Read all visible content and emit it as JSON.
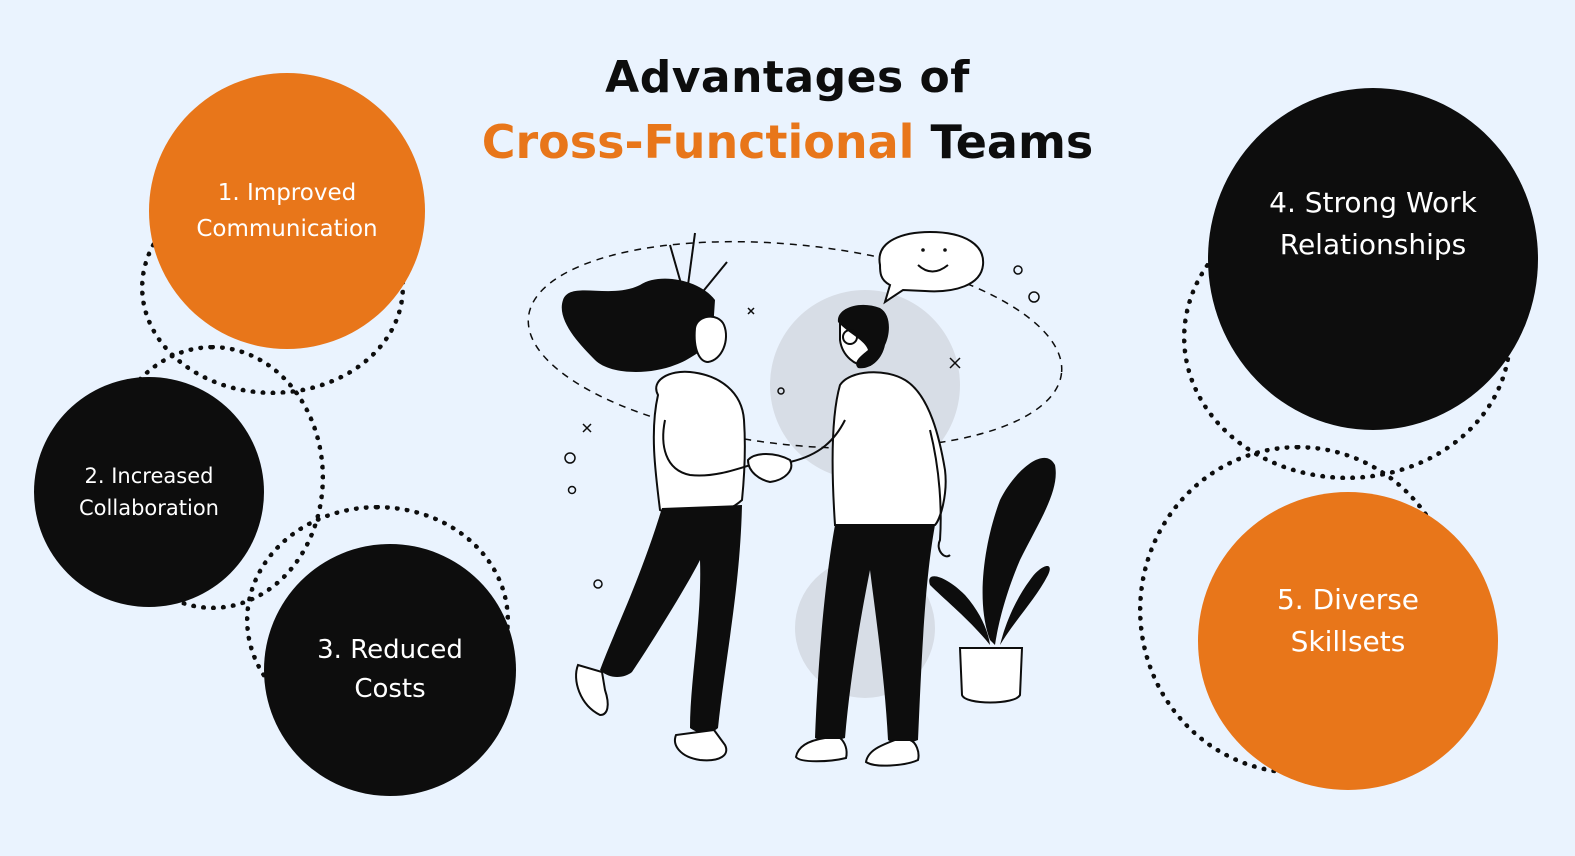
{
  "title": {
    "line1": "Advantages of",
    "line2_accent": "Cross-Functional",
    "line2_rest": "Teams"
  },
  "colors": {
    "background": "#eaf3fe",
    "accent": "#e8761a",
    "dark": "#0d0d0d"
  },
  "advantages": [
    {
      "label": "1. Improved\nCommunication",
      "color": "orange"
    },
    {
      "label": "2. Increased\nCollaboration",
      "color": "black"
    },
    {
      "label": "3. Reduced\nCosts",
      "color": "black"
    },
    {
      "label": "4. Strong Work\nRelationships",
      "color": "black"
    },
    {
      "label": "5. Diverse\nSkillsets",
      "color": "orange"
    }
  ],
  "illustration": {
    "subject": "two-people-handshake",
    "speech_bubble": "smiley-face-icon",
    "plant": "potted-plant-icon"
  }
}
